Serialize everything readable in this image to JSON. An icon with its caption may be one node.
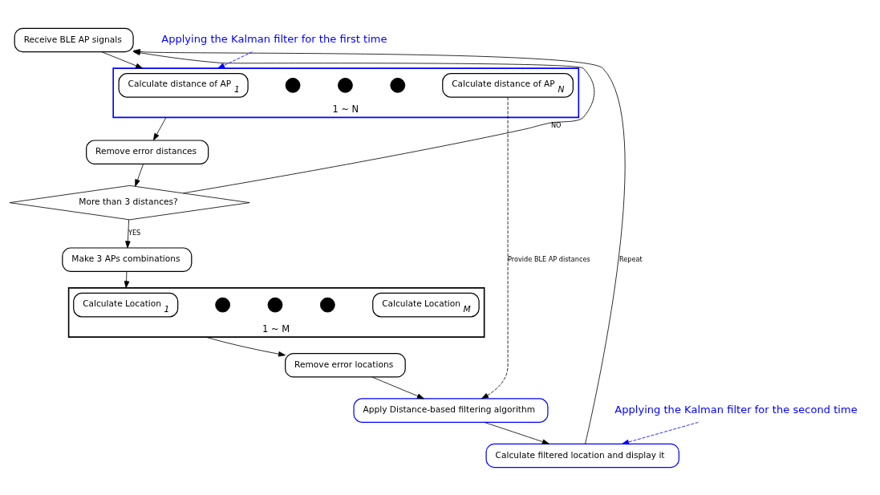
{
  "diagram": {
    "nodes": [
      {
        "text": [
          "Receive BLE AP signals"
        ]
      },
      {
        "text": [
          "1 ~ N"
        ]
      },
      {
        "text": [
          "Calculate distance of AP$_{1}$"
        ],
        "in": 1
      },
      {
        "text": [],
        "shape": "circle",
        "in": 1
      },
      {
        "text": [],
        "shape": "circle",
        "in": 1
      },
      {
        "text": [],
        "shape": "circle",
        "in": 1
      },
      {
        "text": [
          "Calculate distance of AP$_{N}$"
        ],
        "in": 1
      },
      {
        "text": [
          "Remove error distances"
        ]
      },
      {
        "text": [
          "More than 3 distances?"
        ]
      },
      {
        "text": [
          "Make 3 APs combinations"
        ]
      },
      {
        "text": [
          "1 ~ M"
        ]
      },
      {
        "text": [
          "Calculate Location$_{1}$"
        ],
        "in": 10
      },
      {
        "text": [],
        "shape": "circle",
        "in": 10
      },
      {
        "text": [],
        "shape": "circle",
        "in": 10
      },
      {
        "text": [],
        "shape": "circle",
        "in": 10
      },
      {
        "text": [
          "Calculate Location$_{M}$"
        ],
        "in": 10
      },
      {
        "text": [
          "Remove error locations"
        ]
      },
      {
        "text": [
          "Apply Distance-based filtering algorithm"
        ]
      },
      {
        "text": [
          "Calculate filtered location and display it"
        ]
      },
      {
        "text": [
          "Applying the Kalman filter for the first time"
        ]
      },
      {
        "text": [
          "Applying the Kalman filter for the second time"
        ]
      }
    ],
    "edges": [
      {
        "from": 0,
        "to": 1,
        "arrow": "to"
      },
      {
        "from": 1,
        "to": 7,
        "arrow": "to"
      },
      {
        "from": 7,
        "to": 8,
        "arrow": "to"
      },
      {
        "from": 8,
        "to": 0,
        "arrow": "to",
        "label": "NO"
      },
      {
        "from": 8,
        "to": 9,
        "arrow": "to",
        "label": "YES"
      },
      {
        "from": 9,
        "to": 10,
        "arrow": "to"
      },
      {
        "from": 10,
        "to": 16,
        "arrow": "to"
      },
      {
        "from": 16,
        "to": 17,
        "arrow": "to"
      },
      {
        "from": 6,
        "to": 17,
        "arrow": "to",
        "style": "dashed",
        "label": "Provide BLE AP distances"
      },
      {
        "from": 17,
        "to": 18,
        "arrow": "to"
      },
      {
        "from": 18,
        "to": 0,
        "arrow": "to",
        "label": "Repeat"
      },
      {
        "from": 19,
        "to": 1,
        "arrow": "to",
        "style": "dashed",
        "color": "#0000ff"
      },
      {
        "from": 20,
        "to": 18,
        "arrow": "to",
        "style": "dashed",
        "color": "#0000ff"
      }
    ]
  }
}
